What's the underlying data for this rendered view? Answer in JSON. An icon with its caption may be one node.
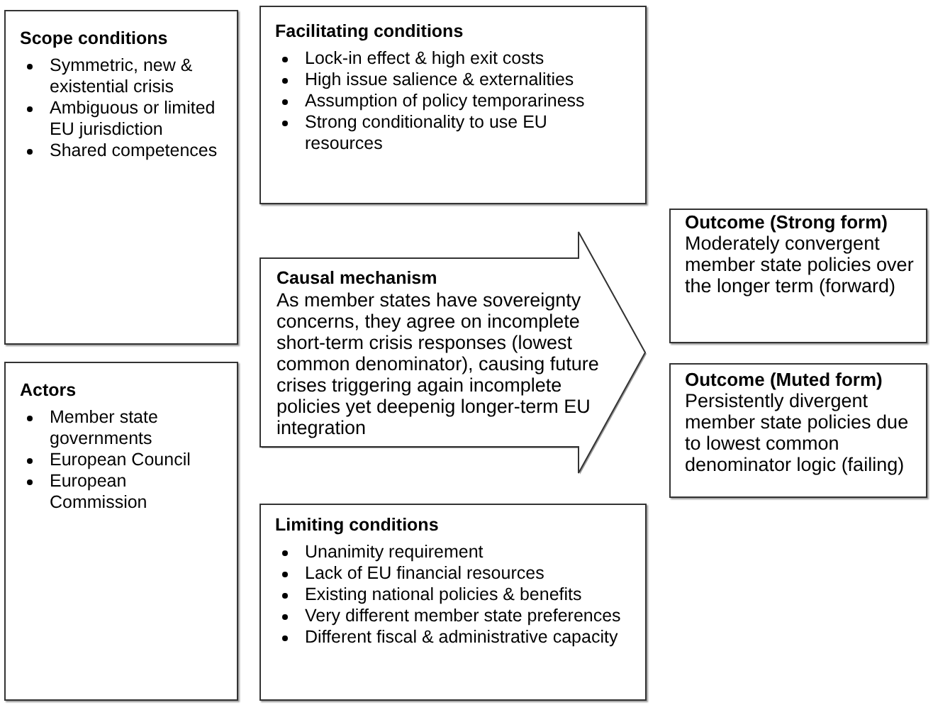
{
  "diagram": {
    "nodes": [
      {
        "text": [
          "Scope conditions",
          "Symmetric, new & existential crisis",
          "Ambiguous or limited EU jurisdiction",
          "Shared competences"
        ]
      },
      {
        "text": [
          "Actors",
          "Member state governments",
          "European Council",
          "European Commission"
        ]
      },
      {
        "text": [
          "Facilitating conditions",
          "Lock-in effect & high exit costs",
          "High issue salience & externalities",
          "Assumption of policy temporariness",
          "Strong conditionality to use EU resources"
        ]
      },
      {
        "text": [
          "Causal mechanism",
          "As member states have sovereignty concerns, they agree on incomplete short-term crisis responses (lowest common denominator), causing future crises triggering again incomplete policies yet deepenig longer-term EU integration"
        ]
      },
      {
        "text": [
          "Limiting conditions",
          "Unanimity requirement",
          "Lack of EU financial resources",
          "Existing national policies & benefits",
          "Very different member state preferences",
          "Different fiscal & administrative capacity"
        ]
      },
      {
        "text": [
          "Outcome (Strong form)",
          "Moderately convergent member state policies over the longer term (forward)"
        ]
      },
      {
        "text": [
          "Outcome (Muted form)",
          "Persistently divergent member state policies due to lowest common denominator logic (failing)"
        ]
      }
    ]
  }
}
